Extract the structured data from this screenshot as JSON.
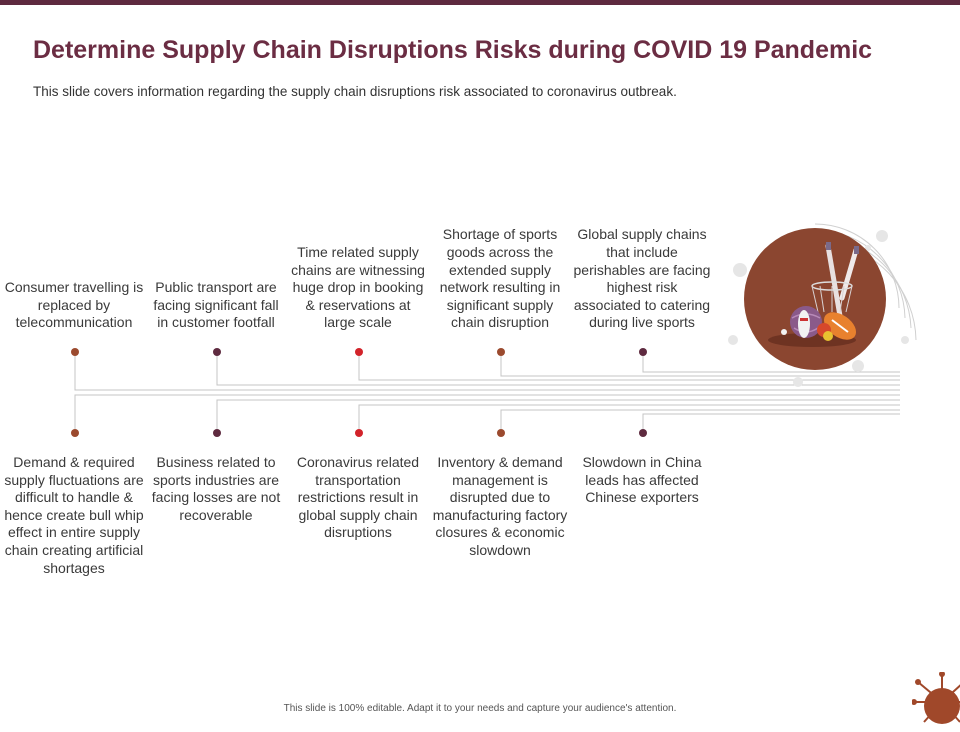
{
  "title": "Determine Supply Chain Disruptions Risks during COVID 19 Pandemic",
  "subtitle": "This slide covers information regarding the supply chain disruptions risk associated to coronavirus outbreak.",
  "top_items": [
    {
      "text": "Consumer travelling is replaced by telecommunication"
    },
    {
      "text": "Public transport are facing significant fall in customer footfall"
    },
    {
      "text": "Time related supply chains are witnessing huge drop in booking & reservations at large scale"
    },
    {
      "text": "Shortage of sports goods across the extended supply network resulting in significant supply chain disruption"
    },
    {
      "text": "Global supply chains that include perishables are facing highest risk associated to catering during live sports"
    }
  ],
  "bottom_items": [
    {
      "text": "Demand & required supply fluctuations are difficult to handle & hence create bull whip effect in entire supply chain creating artificial shortages"
    },
    {
      "text": "Business related to sports industries are facing losses are not recoverable"
    },
    {
      "text": "Coronavirus related transportation restrictions result in global supply chain disruptions"
    },
    {
      "text": "Inventory & demand management is disrupted due to manufacturing factory closures & economic slowdown"
    },
    {
      "text": "Slowdown in China leads has affected Chinese exporters"
    }
  ],
  "footer": "This slide is 100% editable.  Adapt it to your needs and capture your audience's attention.",
  "colors": {
    "accent": "#6b2d43",
    "dots": [
      "#9b4a2e",
      "#5e2a3f",
      "#d2232a",
      "#9b4a2e",
      "#5e2a3f"
    ],
    "hero_circle": "#8b4630"
  },
  "icons": {
    "hero": "sports-equipment-icon",
    "corner": "virus-icon"
  }
}
